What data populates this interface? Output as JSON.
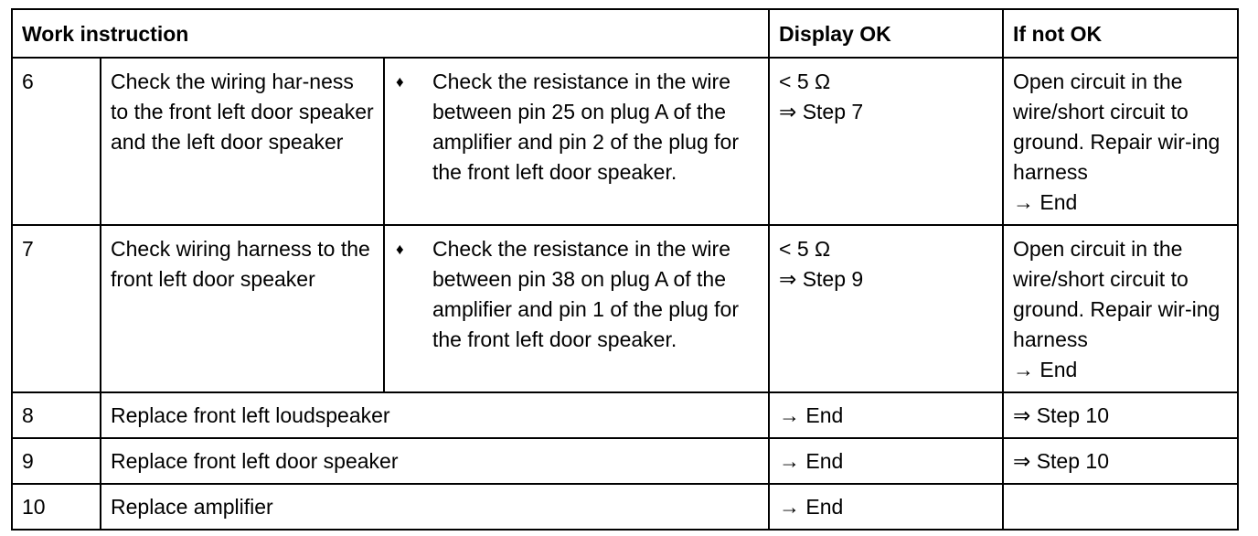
{
  "header": {
    "work_instruction": "Work instruction",
    "display_ok": "Display OK",
    "if_not_ok": "If not OK"
  },
  "rows": [
    {
      "step": "6",
      "component": "Check the wiring har-ness to the front left door speaker and the left door speaker",
      "bullet": "♦",
      "action": "Check the resistance in the wire between pin 25 on plug A of the amplifier and pin 2 of the plug for the front left door speaker.",
      "display_ok": [
        "< 5 Ω",
        "⇒ Step 7"
      ],
      "if_not_ok": [
        "Open circuit in the wire/short circuit to ground. Repair wir-ing harness",
        "→ End"
      ]
    },
    {
      "step": "7",
      "component": "Check wiring harness to the front left door speaker",
      "bullet": "♦",
      "action": "Check the resistance in the wire between pin 38 on plug A of the amplifier and pin 1 of the plug for the front left door speaker.",
      "display_ok": [
        "< 5 Ω",
        "⇒ Step 9"
      ],
      "if_not_ok": [
        "Open circuit in the wire/short circuit to ground. Repair wir-ing harness",
        "→ End"
      ]
    },
    {
      "step": "8",
      "instruction": "Replace front left loudspeaker",
      "display_ok": "→ End",
      "if_not_ok": "⇒ Step 10"
    },
    {
      "step": "9",
      "instruction": "Replace front left door speaker",
      "display_ok": "→ End",
      "if_not_ok": "⇒ Step 10"
    },
    {
      "step": "10",
      "instruction": "Replace amplifier",
      "display_ok": "→ End",
      "if_not_ok": ""
    }
  ]
}
